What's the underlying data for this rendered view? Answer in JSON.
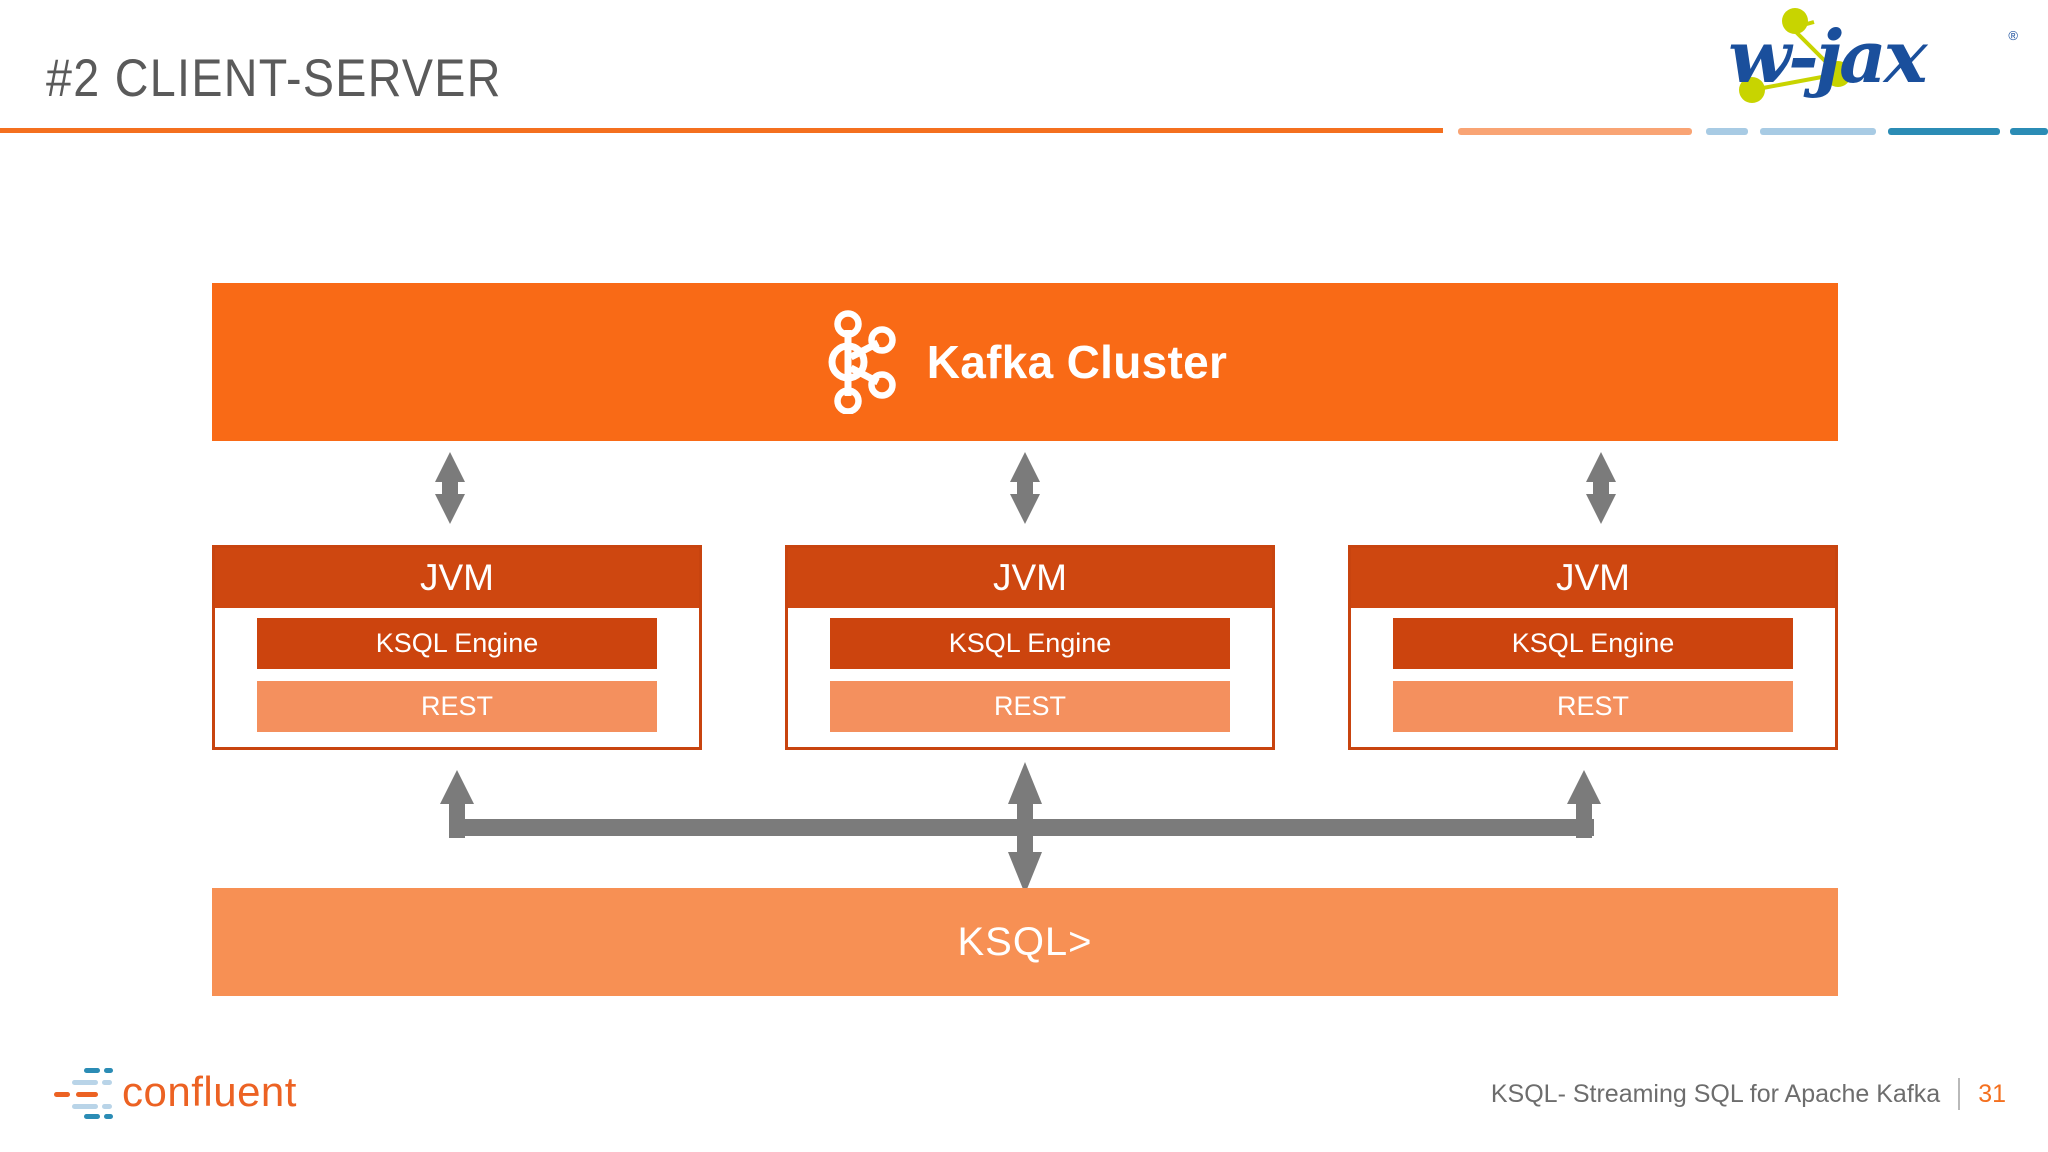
{
  "slide": {
    "title": "#2 CLIENT-SERVER",
    "accent_orange": "#f4701f",
    "kafka_band_color": "#f96a16",
    "jvm_header_color": "#ce4710",
    "ksql_engine_color": "#cc440e",
    "rest_color": "#f4905e",
    "prompt_color": "#f79054",
    "arrow_color": "#7b7b7b"
  },
  "brand_logo": {
    "name": "w-jax",
    "text": "w-jax",
    "registered_mark": "®",
    "text_color": "#1a4f9c",
    "node_color": "#c8d400"
  },
  "header_rule": {
    "segments": [
      {
        "name": "main-orange",
        "color": "#f4701f"
      },
      {
        "name": "light-orange",
        "color": "#f9a474"
      },
      {
        "name": "light-blue-short",
        "color": "#a8cbe4"
      },
      {
        "name": "light-blue-long",
        "color": "#a8cbe4"
      },
      {
        "name": "dark-blue-long",
        "color": "#2b8cb5"
      },
      {
        "name": "dark-blue-short",
        "color": "#2b8cb5"
      }
    ]
  },
  "diagram": {
    "cluster": {
      "label": "Kafka Cluster",
      "icon": "kafka-logo-icon"
    },
    "nodes": [
      {
        "header": "JVM",
        "components": [
          {
            "label": "KSQL Engine",
            "kind": "engine"
          },
          {
            "label": "REST",
            "kind": "rest"
          }
        ]
      },
      {
        "header": "JVM",
        "components": [
          {
            "label": "KSQL Engine",
            "kind": "engine"
          },
          {
            "label": "REST",
            "kind": "rest"
          }
        ]
      },
      {
        "header": "JVM",
        "components": [
          {
            "label": "KSQL Engine",
            "kind": "engine"
          },
          {
            "label": "REST",
            "kind": "rest"
          }
        ]
      }
    ],
    "client": {
      "label": "KSQL>"
    },
    "connectors": {
      "cluster_to_nodes": "bidirectional-vertical-arrow",
      "nodes_to_client": "bidirectional-vertical-arrow-with-bus"
    }
  },
  "footer": {
    "company_logo": "confluent",
    "deck_title": "KSQL- Streaming SQL for Apache Kafka",
    "separator": "|",
    "page_number": "31"
  }
}
